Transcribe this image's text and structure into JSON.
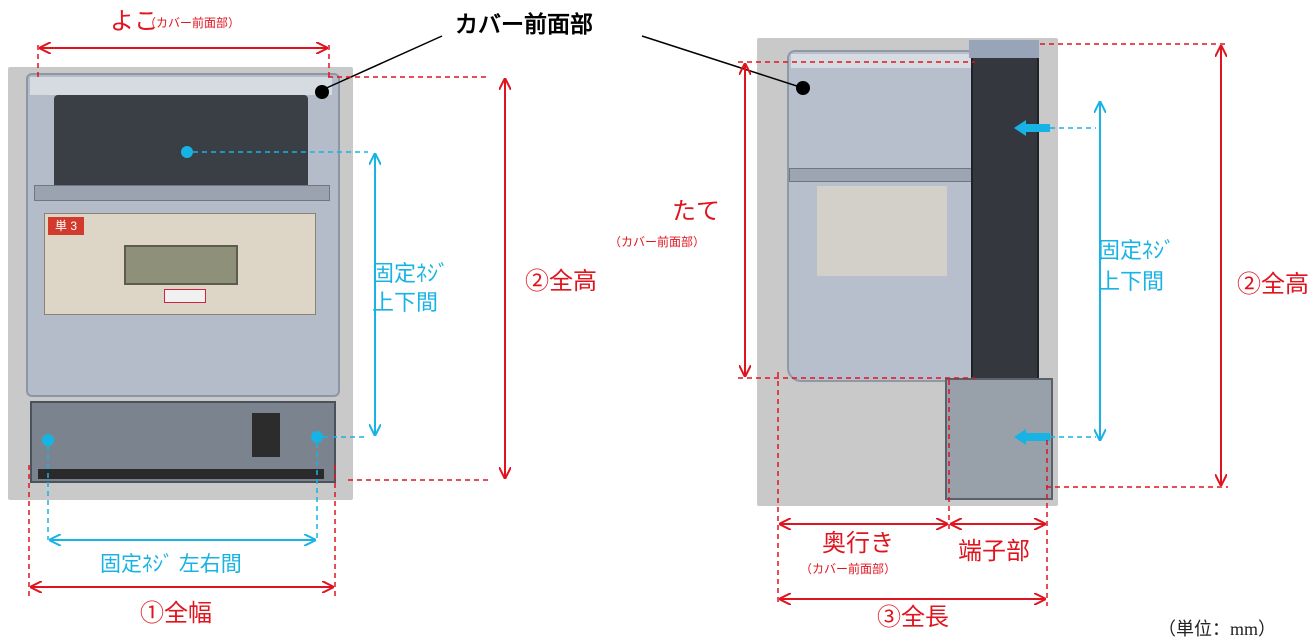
{
  "callout": {
    "cover_front": "カバー前面部"
  },
  "front_view": {
    "width_label": "よこ",
    "width_sub": "（カバー前面部）",
    "total_height": "②全高",
    "screw_vertical": [
      "固定ﾈｼﾞ",
      "上下間"
    ],
    "screw_horizontal": "固定ﾈｼﾞ 左右間",
    "total_width": "①全幅",
    "meter_badge": "単 3"
  },
  "side_view": {
    "height_label": "たて",
    "height_sub": "（カバー前面部）",
    "screw_vertical": [
      "固定ﾈｼﾞ",
      "上下間"
    ],
    "total_height": "②全高",
    "depth_label": "奥行き",
    "depth_sub": "（カバー前面部）",
    "terminal_label": "端子部",
    "total_length": "③全長"
  },
  "unit_note": "（単位：mm）",
  "colors": {
    "dimension": "#e0141e",
    "screw": "#17b3e4",
    "callout": "#000000"
  }
}
